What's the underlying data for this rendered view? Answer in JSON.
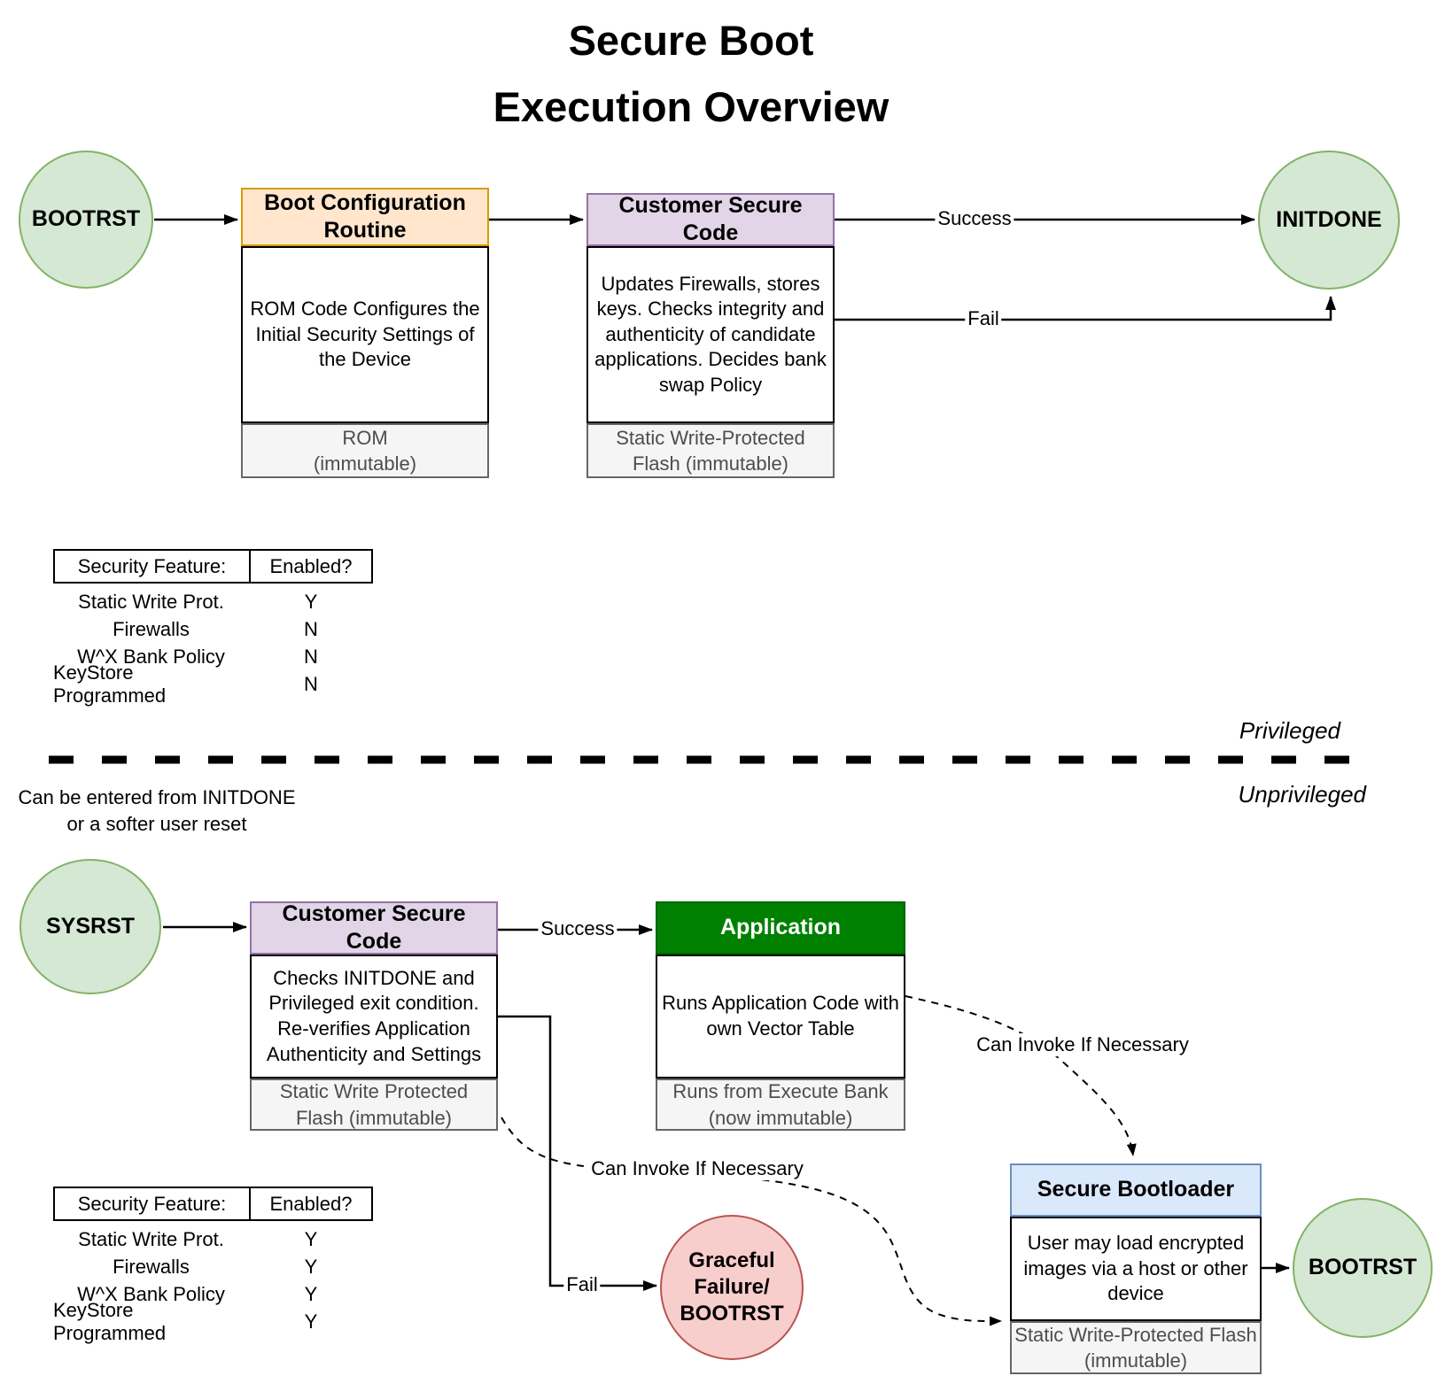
{
  "title": {
    "line1": "Secure Boot",
    "line2": "Execution Overview"
  },
  "zones": {
    "privileged": "Privileged",
    "unprivileged": "Unprivileged"
  },
  "note": "Can be entered from INITDONE\nor a softer user reset",
  "nodes": {
    "bootrst_top": "BOOTRST",
    "initdone": "INITDONE",
    "sysrst": "SYSRST",
    "graceful_failure": "Graceful\nFailure/\nBOOTRST",
    "bootrst_bottom": "BOOTRST"
  },
  "boxes": {
    "boot_config": {
      "title": "Boot Configuration Routine",
      "body": "ROM Code Configures the Initial Security Settings of the Device",
      "footer": "ROM\n(immutable)"
    },
    "customer_secure_code_top": {
      "title": "Customer Secure Code",
      "body": "Updates Firewalls, stores keys. Checks integrity and authenticity of candidate applications. Decides bank swap Policy",
      "footer": "Static Write-Protected Flash (immutable)"
    },
    "customer_secure_code_bottom": {
      "title": "Customer Secure Code",
      "body": "Checks INITDONE and Privileged exit condition. Re-verifies Application Authenticity and Settings",
      "footer": "Static Write Protected Flash (immutable)"
    },
    "application": {
      "title": "Application",
      "body": "Runs Application Code with own Vector Table",
      "footer": "Runs from Execute Bank (now immutable)"
    },
    "secure_bootloader": {
      "title": "Secure Bootloader",
      "body": "User may load encrypted images via a host or other device",
      "footer": "Static Write-Protected Flash (immutable)"
    }
  },
  "edges": {
    "success_top": "Success",
    "fail_top": "Fail",
    "success_bottom": "Success",
    "fail_bottom": "Fail",
    "invoke_left": "Can Invoke If Necessary",
    "invoke_right": "Can Invoke If Necessary"
  },
  "tables": {
    "privileged": {
      "headers": [
        "Security Feature:",
        "Enabled?"
      ],
      "rows": [
        [
          "Static Write Prot.",
          "Y"
        ],
        [
          "Firewalls",
          "N"
        ],
        [
          "W^X Bank Policy",
          "N"
        ],
        [
          "KeyStore Programmed",
          "N"
        ]
      ]
    },
    "unprivileged": {
      "headers": [
        "Security Feature:",
        "Enabled?"
      ],
      "rows": [
        [
          "Static Write Prot.",
          "Y"
        ],
        [
          "Firewalls",
          "Y"
        ],
        [
          "W^X Bank Policy",
          "Y"
        ],
        [
          "KeyStore Programmed",
          "Y"
        ]
      ]
    }
  },
  "colors": {
    "node_green_fill": "#d5e8d4",
    "node_green_stroke": "#82b366",
    "orange_fill": "#ffe6cc",
    "orange_stroke": "#d79b00",
    "purple_fill": "#e1d5e7",
    "purple_stroke": "#9673a6",
    "app_green_fill": "#008000",
    "blue_fill": "#dae8fc",
    "blue_stroke": "#6c8ebf",
    "red_fill": "#f8cecc",
    "red_stroke": "#b85450",
    "footer_fill": "#f5f5f5",
    "line_color": "#000000"
  }
}
